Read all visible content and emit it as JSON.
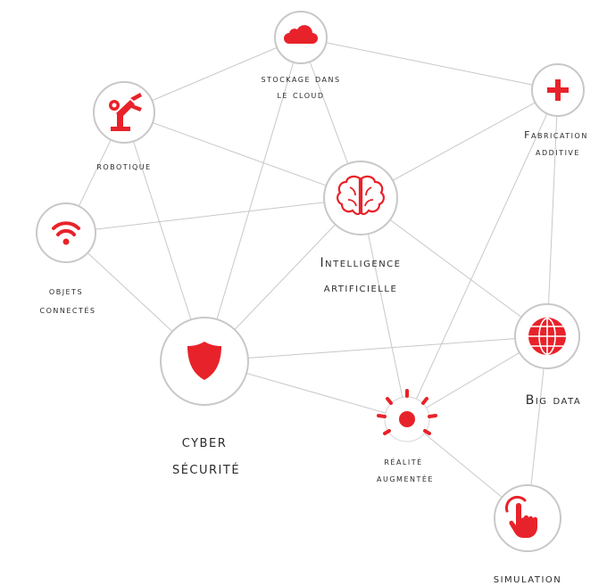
{
  "accent_color": "#e8222a",
  "edge_color": "#c8c8c8",
  "nodes": {
    "cloud": {
      "label_lines": [
        "stockage dans",
        "le cloud"
      ],
      "icon": "cloud-icon"
    },
    "additive": {
      "label_lines": [
        "Fabrication",
        "additive"
      ],
      "icon": "plus-icon"
    },
    "robotique": {
      "label_lines": [
        "robotique"
      ],
      "icon": "robot-arm-icon"
    },
    "ai": {
      "label_lines": [
        "Intelligence",
        "artificielle"
      ],
      "icon": "brain-icon"
    },
    "iot": {
      "label_lines": [
        "objets",
        "connectés"
      ],
      "icon": "wifi-icon"
    },
    "bigdata": {
      "label_lines": [
        "Big data"
      ],
      "icon": "globe-icon"
    },
    "cyber": {
      "label_lines": [
        "cyber",
        "sécurité"
      ],
      "icon": "shield-icon"
    },
    "ar": {
      "label_lines": [
        "réalité",
        "augmentée"
      ],
      "icon": "burst-icon"
    },
    "simulation": {
      "label_lines": [
        "simulation"
      ],
      "icon": "touch-hand-icon"
    }
  },
  "edges": [
    [
      "cloud",
      "robotique"
    ],
    [
      "cloud",
      "additive"
    ],
    [
      "cloud",
      "ai"
    ],
    [
      "cloud",
      "cyber"
    ],
    [
      "robotique",
      "ai"
    ],
    [
      "robotique",
      "iot"
    ],
    [
      "robotique",
      "cyber"
    ],
    [
      "iot",
      "ai"
    ],
    [
      "iot",
      "cyber"
    ],
    [
      "ai",
      "cyber"
    ],
    [
      "ai",
      "additive"
    ],
    [
      "ai",
      "bigdata"
    ],
    [
      "ai",
      "ar"
    ],
    [
      "additive",
      "bigdata"
    ],
    [
      "additive",
      "ar"
    ],
    [
      "cyber",
      "bigdata"
    ],
    [
      "cyber",
      "ar"
    ],
    [
      "bigdata",
      "ar"
    ],
    [
      "bigdata",
      "simulation"
    ],
    [
      "ar",
      "simulation"
    ]
  ]
}
